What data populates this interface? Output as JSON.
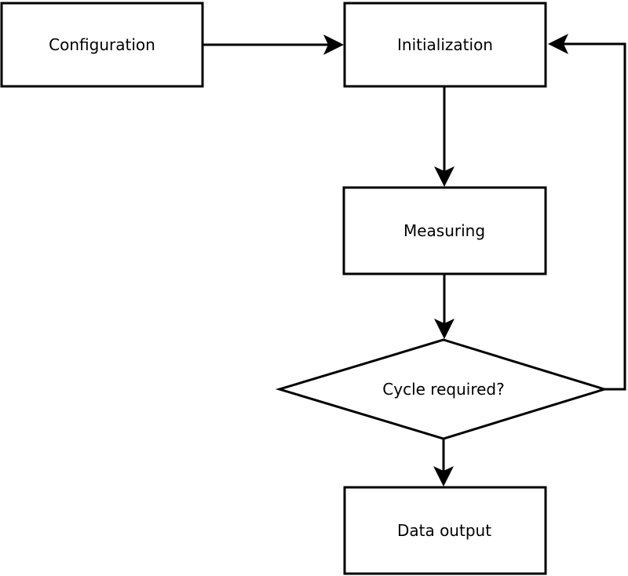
{
  "diagram": {
    "type": "flowchart",
    "background_color": "#ffffff",
    "stroke_color": "#000000",
    "text_color": "#000000",
    "nodes": [
      {
        "id": "configuration",
        "shape": "rectangle",
        "label": "Configuration"
      },
      {
        "id": "initialization",
        "shape": "rectangle",
        "label": "Initialization"
      },
      {
        "id": "measuring",
        "shape": "rectangle",
        "label": "Measuring"
      },
      {
        "id": "cycle_required",
        "shape": "diamond",
        "label": "Cycle required?"
      },
      {
        "id": "data_output",
        "shape": "rectangle",
        "label": "Data output"
      }
    ],
    "edges": [
      {
        "from": "configuration",
        "to": "initialization",
        "direction": "right"
      },
      {
        "from": "initialization",
        "to": "measuring",
        "direction": "down"
      },
      {
        "from": "measuring",
        "to": "cycle_required",
        "direction": "down"
      },
      {
        "from": "cycle_required",
        "to": "data_output",
        "direction": "down"
      },
      {
        "from": "cycle_required",
        "to": "initialization",
        "direction": "right-up-loop"
      }
    ]
  }
}
